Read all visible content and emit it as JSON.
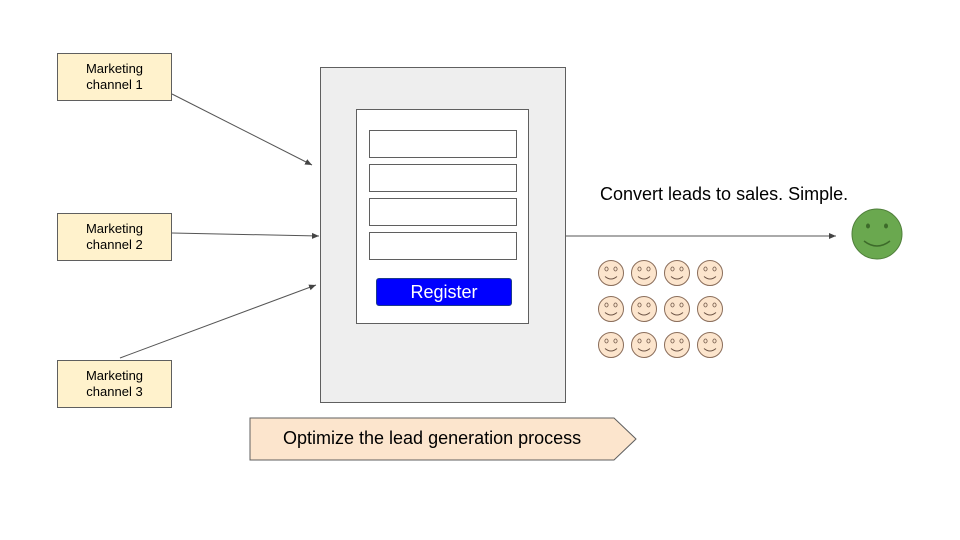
{
  "channels": [
    {
      "label": "Marketing channel 1"
    },
    {
      "label": "Marketing channel 2"
    },
    {
      "label": "Marketing channel 3"
    }
  ],
  "form": {
    "field_count": 4,
    "register_label": "Register"
  },
  "tagline": "Convert leads to sales. Simple.",
  "banner": {
    "label": "Optimize the lead generation process"
  },
  "leads": {
    "rows": 3,
    "cols": 4
  },
  "colors": {
    "channel_fill": "#fff2cc",
    "page_fill": "#eeeeee",
    "button_fill": "#0000ff",
    "lead_face": "#fce5cd",
    "customer_face": "#6aa84f",
    "banner_fill": "#fce5cd"
  }
}
